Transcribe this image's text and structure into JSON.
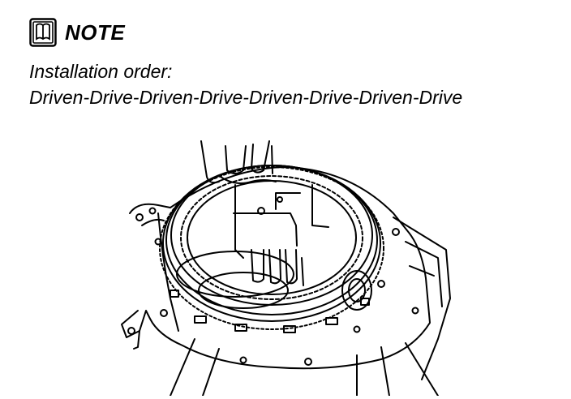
{
  "note": {
    "icon": "book-note-icon",
    "title": "NOTE",
    "lines": [
      "Installation order:",
      "Driven-Drive-Driven-Drive-Driven-Drive-Driven-Drive"
    ]
  },
  "illustration": {
    "subject": "clutch-pack-installation-illustration"
  }
}
